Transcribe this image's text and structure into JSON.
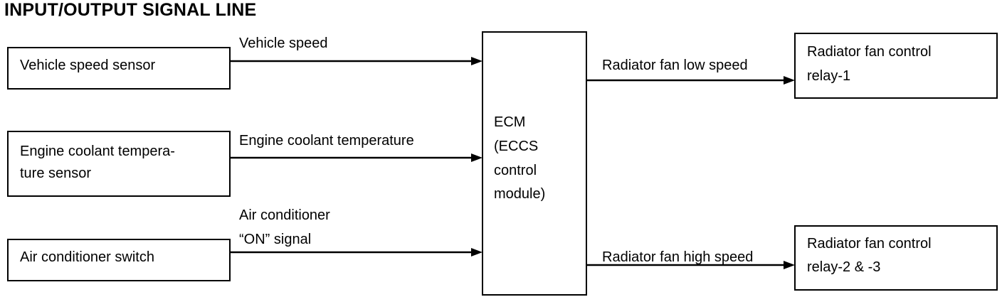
{
  "title": "INPUT/OUTPUT SIGNAL LINE",
  "inputs": [
    {
      "box_lines": [
        "Vehicle speed sensor"
      ],
      "signal_lines": [
        "Vehicle speed"
      ]
    },
    {
      "box_lines": [
        "Engine coolant tempera-",
        "ture sensor"
      ],
      "signal_lines": [
        "Engine coolant temperature"
      ]
    },
    {
      "box_lines": [
        "Air conditioner switch"
      ],
      "signal_lines": [
        "Air conditioner",
        "“ON” signal"
      ]
    }
  ],
  "ecm": {
    "lines": [
      "ECM",
      "(ECCS",
      "control",
      "module)"
    ]
  },
  "outputs": [
    {
      "signal": "Radiator fan low speed",
      "box_lines": [
        "Radiator fan control",
        "relay-1"
      ]
    },
    {
      "signal": "Radiator fan high speed",
      "box_lines": [
        "Radiator fan control",
        "relay-2 & -3"
      ]
    }
  ]
}
